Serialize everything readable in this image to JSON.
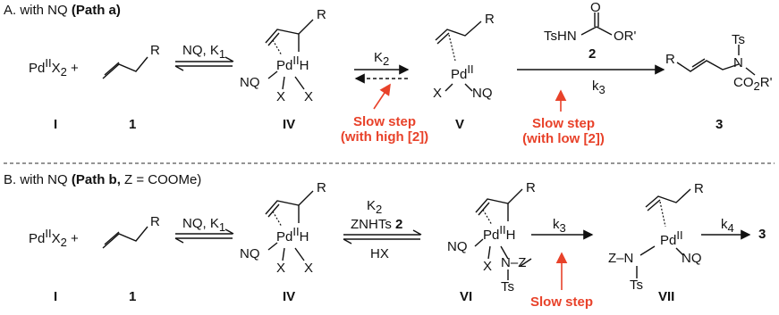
{
  "sectionA": {
    "title_prefix": "A. with NQ ",
    "title_bold": "(Path a)"
  },
  "sectionB": {
    "title_prefix": "B. with NQ ",
    "title_bold": "(Path b, ",
    "title_z": "Z = COOMe)"
  },
  "labels": {
    "I": "I",
    "one": "1",
    "IV": "IV",
    "V": "V",
    "three": "3",
    "VI": "VI",
    "VII": "VII",
    "two": "2"
  },
  "reagents": {
    "nq_k1": "NQ, K",
    "k1_sub": "1",
    "k2": "K",
    "k2_sub": "2",
    "k3": "k",
    "k3_sub": "3",
    "k4": "k",
    "k4_sub": "4",
    "znhts": "ZNHTs",
    "hx": "HX",
    "tshn": "TsHN",
    "oprime": "OR'"
  },
  "atoms": {
    "pd": "Pd",
    "pd_ox": "II",
    "x2": "X",
    "x2_sub": "2",
    "plus": "+",
    "r": "R",
    "nq": "NQ",
    "x": "X",
    "h": "H",
    "ts": "Ts",
    "n": "N",
    "z": "Z",
    "co2r": "CO",
    "co2r_sub": "2",
    "co2r_tail": "R'",
    "o": "O",
    "three_b": "3"
  },
  "annotations": {
    "slow_high_1": "Slow step",
    "slow_high_2": "(with high [2])",
    "slow_low_1": "Slow step",
    "slow_low_2": "(with low [2])",
    "slow_b": "Slow step"
  },
  "colors": {
    "accent_red": "#e8422a",
    "ink": "#111111"
  }
}
